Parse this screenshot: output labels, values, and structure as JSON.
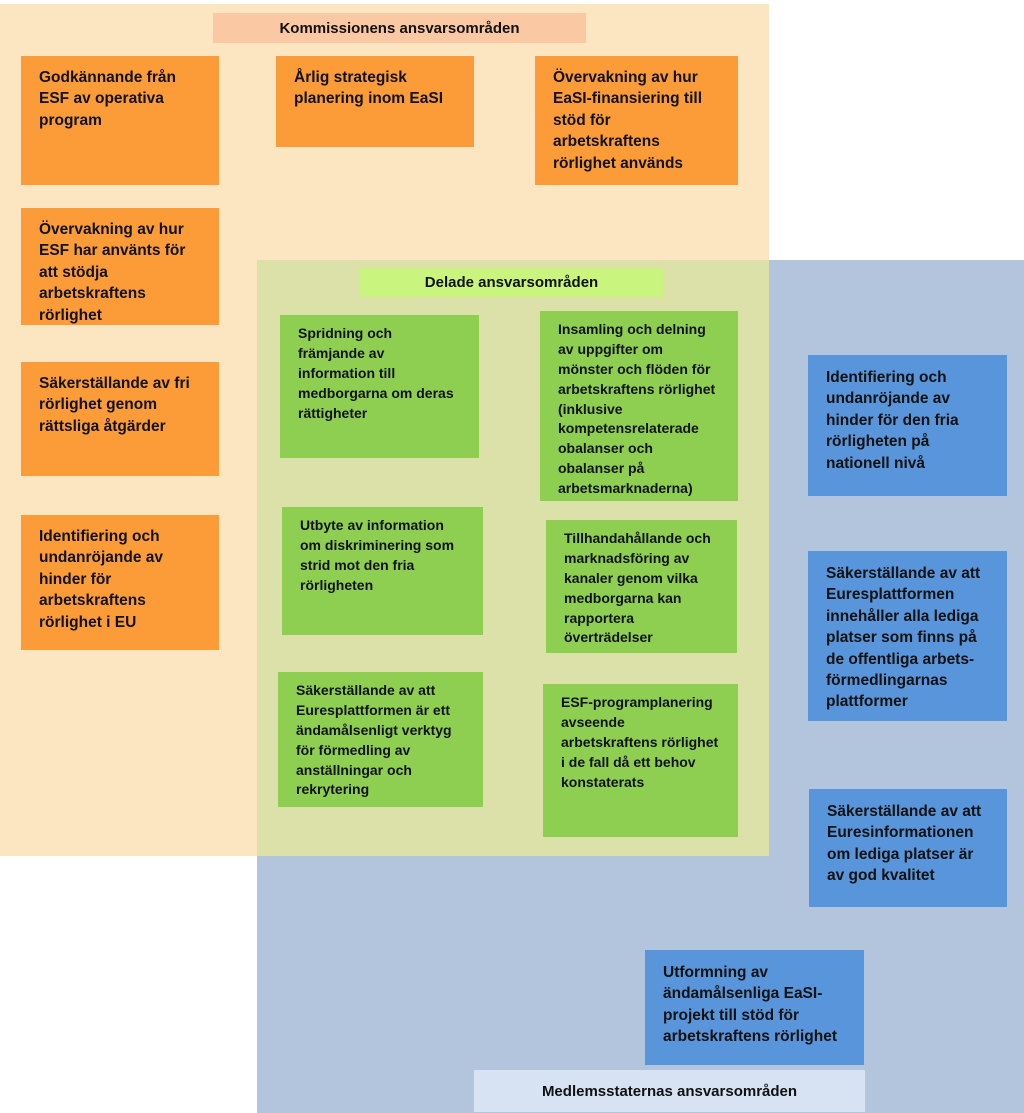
{
  "headers": {
    "commission": "Kommissionens ansvarsområden",
    "shared": "Delade ansvarsområden",
    "member": "Medlemsstaternas ansvarsområden"
  },
  "commission_boxes": [
    "Godkännande från ESF av operativa program",
    "Årlig strategisk planering inom EaSI",
    "Övervakning av hur EaSI-finansiering till stöd för arbetskraftens rörlighet används",
    "Övervakning av hur ESF har använts för att stödja arbetskraftens rörlighet",
    "Säkerställande av fri rörlighet genom rättsliga åtgärder",
    "Identifiering och undanröjande av hinder för arbetskraftens rörlighet i EU"
  ],
  "shared_boxes": [
    "Spridning och främjande av information till medborgarna om deras rättigheter",
    "Insamling och delning av uppgifter om mönster och flöden för arbetskraftens rörlighet (inklusive kompetensrelaterade obalanser och obalanser på arbetsmarknaderna)",
    "Utbyte av information om diskriminering som strid mot den fria rörligheten",
    "Tillhandahållande och marknadsföring av kanaler genom vilka medborgarna kan rapportera överträdelser",
    "Säkerställande av att Euresplattformen är ett ändamålsenligt verktyg för förmedling av anställningar och rekrytering",
    "ESF-programplanering avseende arbetskraftens rörlighet i de fall då ett behov konstaterats"
  ],
  "member_boxes": [
    "Identifiering och undanröjande av hinder för den fria rörligheten på nationell nivå",
    "Säkerställande av att Euresplattformen innehåller alla lediga platser som finns på de offentliga arbets-förmedlingarnas plattformer",
    "Säkerställande av att Euresinformationen om lediga platser är av god kvalitet",
    "Utformning av ändamålsenliga EaSI-projekt till stöd för arbetskraftens rörlighet"
  ],
  "colors": {
    "commission_region": "#fce6c1",
    "member_region": "#b3c5dc",
    "shared_region": "#dce0a9",
    "commission_box": "#fb9c39",
    "shared_box": "#8ecf52",
    "member_box": "#5895db"
  }
}
